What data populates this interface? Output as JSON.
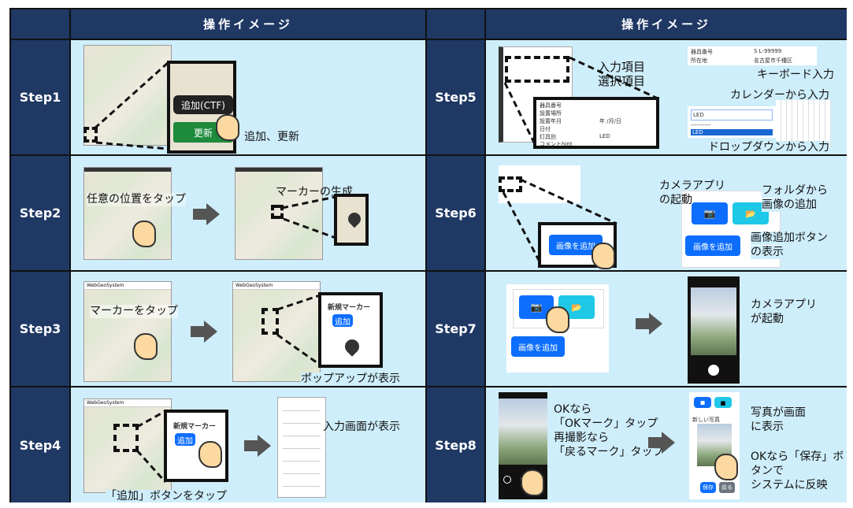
{
  "header": {
    "col_label": "操作イメージ"
  },
  "app_name": "WebGeoSystem",
  "steps": [
    {
      "name": "Step1",
      "notes": [
        "追加、更新"
      ],
      "buttons": {
        "add": "追加(CTF)",
        "update": "更新"
      }
    },
    {
      "name": "Step2",
      "notes": [
        "任意の位置をタップ",
        "マーカーの生成"
      ]
    },
    {
      "name": "Step3",
      "notes": [
        "マーカーをタップ",
        "ポップアップが表示"
      ],
      "popup": {
        "title": "新規マーカー",
        "add": "追加"
      }
    },
    {
      "name": "Step4",
      "notes": [
        "「追加」ボタンをタップ",
        "入力画面が表示"
      ],
      "popup": {
        "title": "新規マーカー",
        "add": "追加"
      }
    },
    {
      "name": "Step5",
      "notes": [
        "入力項目",
        "選択項目",
        "キーボード入力",
        "カレンダーから入力",
        "ドロップダウンから入力"
      ],
      "form_fields": [
        "器具番号",
        "設置場所",
        "設置年月",
        "日付",
        "灯具別",
        "コメントhint"
      ],
      "keyboard_fields": [
        {
          "label": "器具番号",
          "value": "S L-99999"
        },
        {
          "label": "所在地",
          "value": "名古屋市千種区"
        }
      ],
      "dropdown": {
        "value": "LED",
        "options": [
          "----------",
          "LED"
        ]
      },
      "dropdown_field_value": "LED",
      "date_placeholder": "年 /月/日"
    },
    {
      "name": "Step6",
      "notes": [
        "カメラアプリ",
        "の起動",
        "フォルダから",
        "画像の追加",
        "画像追加ボタン",
        "の表示"
      ],
      "button": "画像を追加"
    },
    {
      "name": "Step7",
      "notes": [
        "カメラアプリ",
        "が起動"
      ],
      "button": "画像を追加"
    },
    {
      "name": "Step8",
      "notes": [
        "OKなら",
        "「OKマーク」タップ",
        "再撮影なら",
        "「戻るマーク」タップ",
        "写真が画面",
        "に表示",
        "OKなら「保存」ボ",
        "タンで",
        "システムに反映"
      ],
      "photo_label": "新しい写真",
      "save": "保存",
      "back": "戻る"
    }
  ],
  "colors": {
    "header": "#1f3864",
    "cell": "#cfeefb",
    "primary": "#0d6efd",
    "info": "#1ec8e6",
    "success": "#1e8a3c"
  }
}
